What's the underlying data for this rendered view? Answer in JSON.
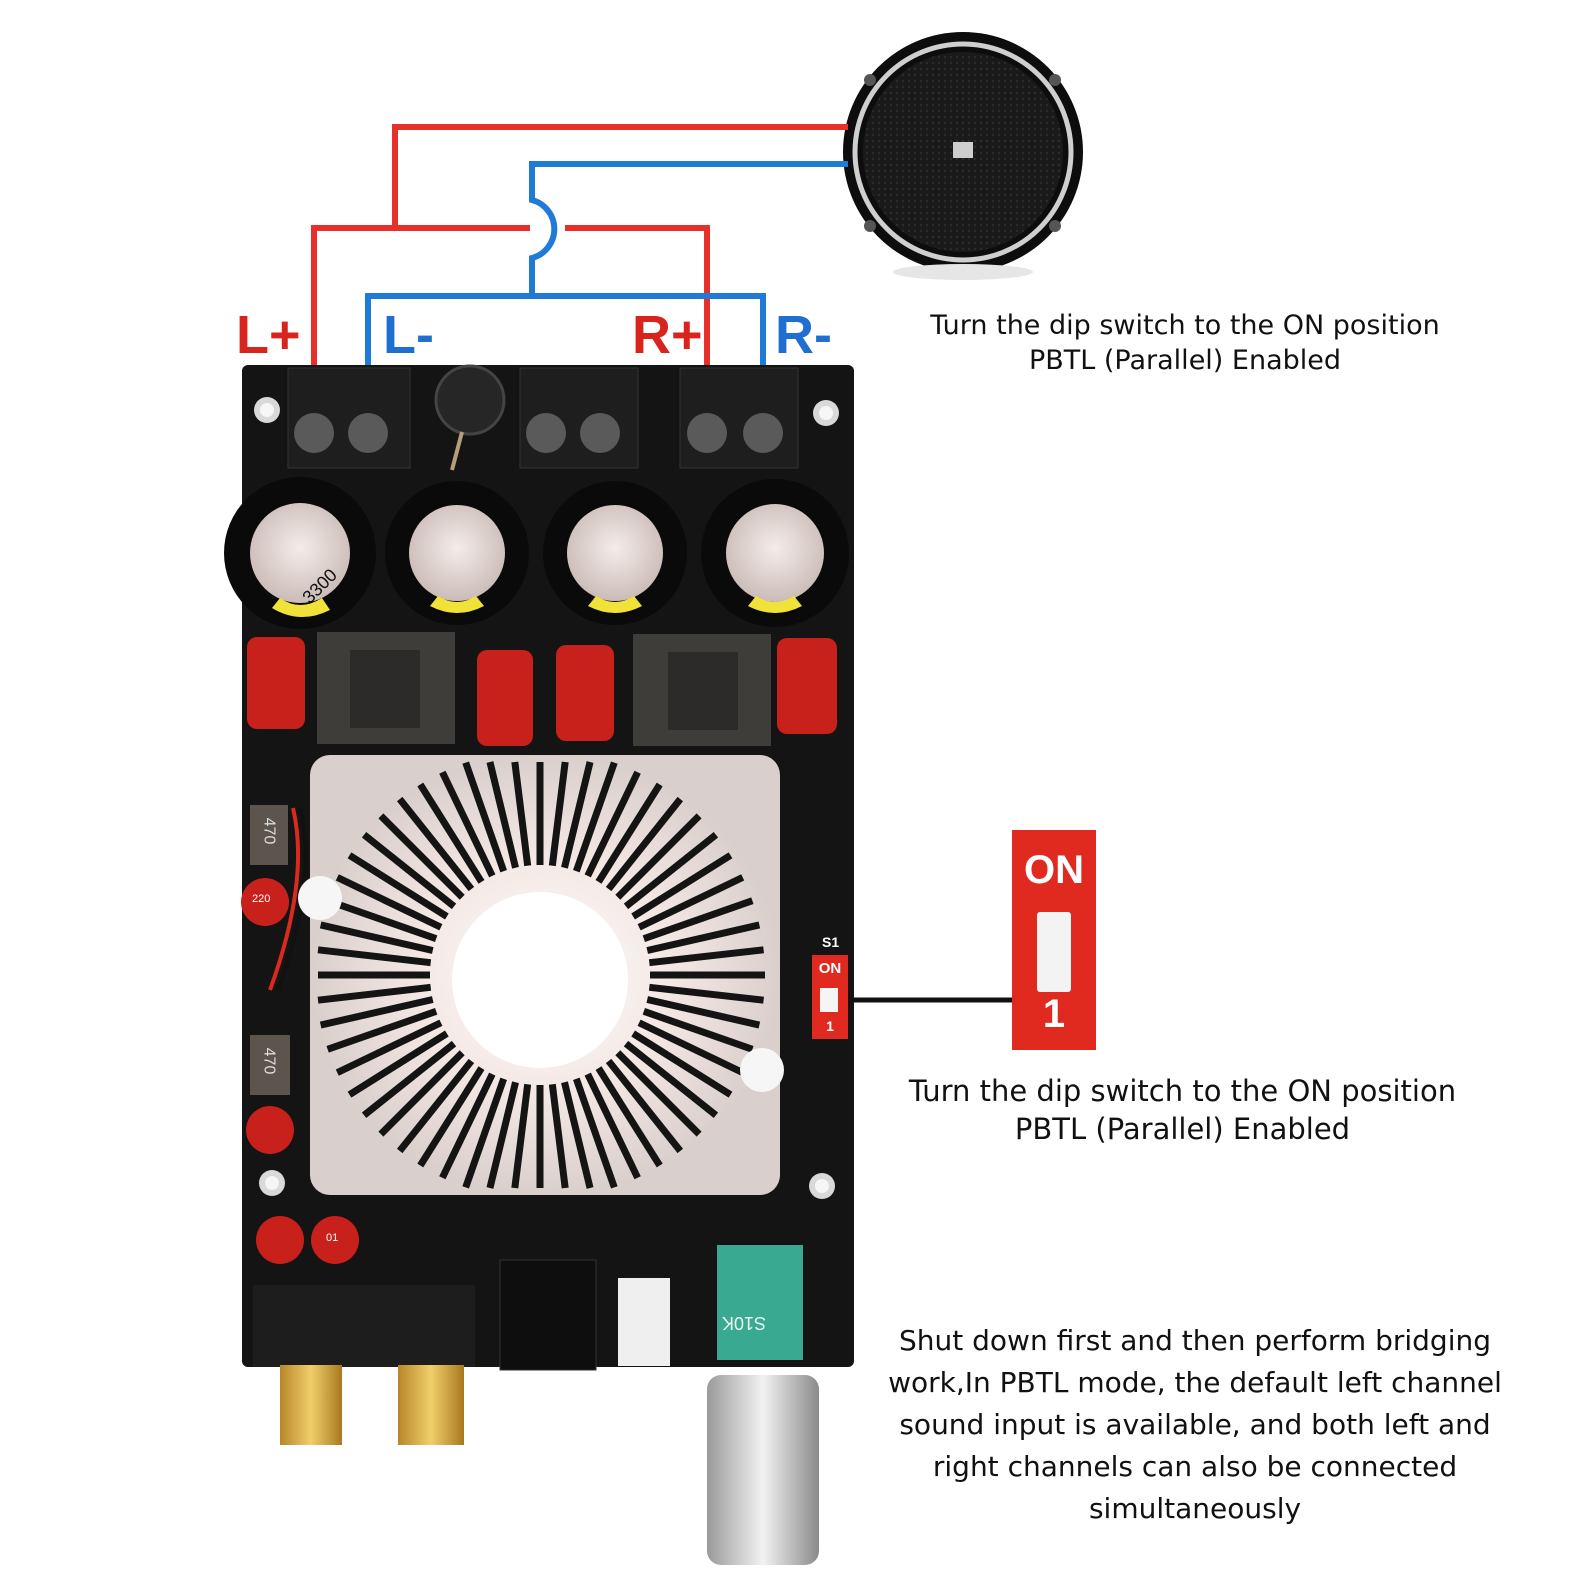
{
  "terminals": {
    "l_plus": "L+",
    "l_minus": "L-",
    "r_plus": "R+",
    "r_minus": "R-"
  },
  "captions": {
    "top_line1": "Turn the dip switch to the ON position",
    "top_line2": "PBTL (Parallel) Enabled",
    "mid_line1": "Turn the dip switch to the ON position",
    "mid_line2": "PBTL (Parallel) Enabled",
    "bottom": [
      "Shut down first and then perform bridging",
      "work,In PBTL mode, the default left channel",
      "sound input is available, and both left and",
      "right channels can also be connected",
      "simultaneously"
    ]
  },
  "dip_switch": {
    "on_label": "ON",
    "number_label": "1",
    "board_on_label": "ON",
    "board_number_label": "1",
    "board_silk": "S1"
  },
  "board_markings": {
    "cap1": "3300",
    "cap_small1": "220",
    "inductor1": "470",
    "inductor2": "470",
    "cap_small2": "01",
    "pot_label": "S10K"
  },
  "colors": {
    "wire_positive": "#e8302a",
    "wire_negative": "#1f7ad8",
    "label_positive": "#d8241c",
    "label_negative": "#1f6fd0",
    "pcb": "#141414",
    "switch_red": "#e0291f",
    "text": "#111111"
  }
}
